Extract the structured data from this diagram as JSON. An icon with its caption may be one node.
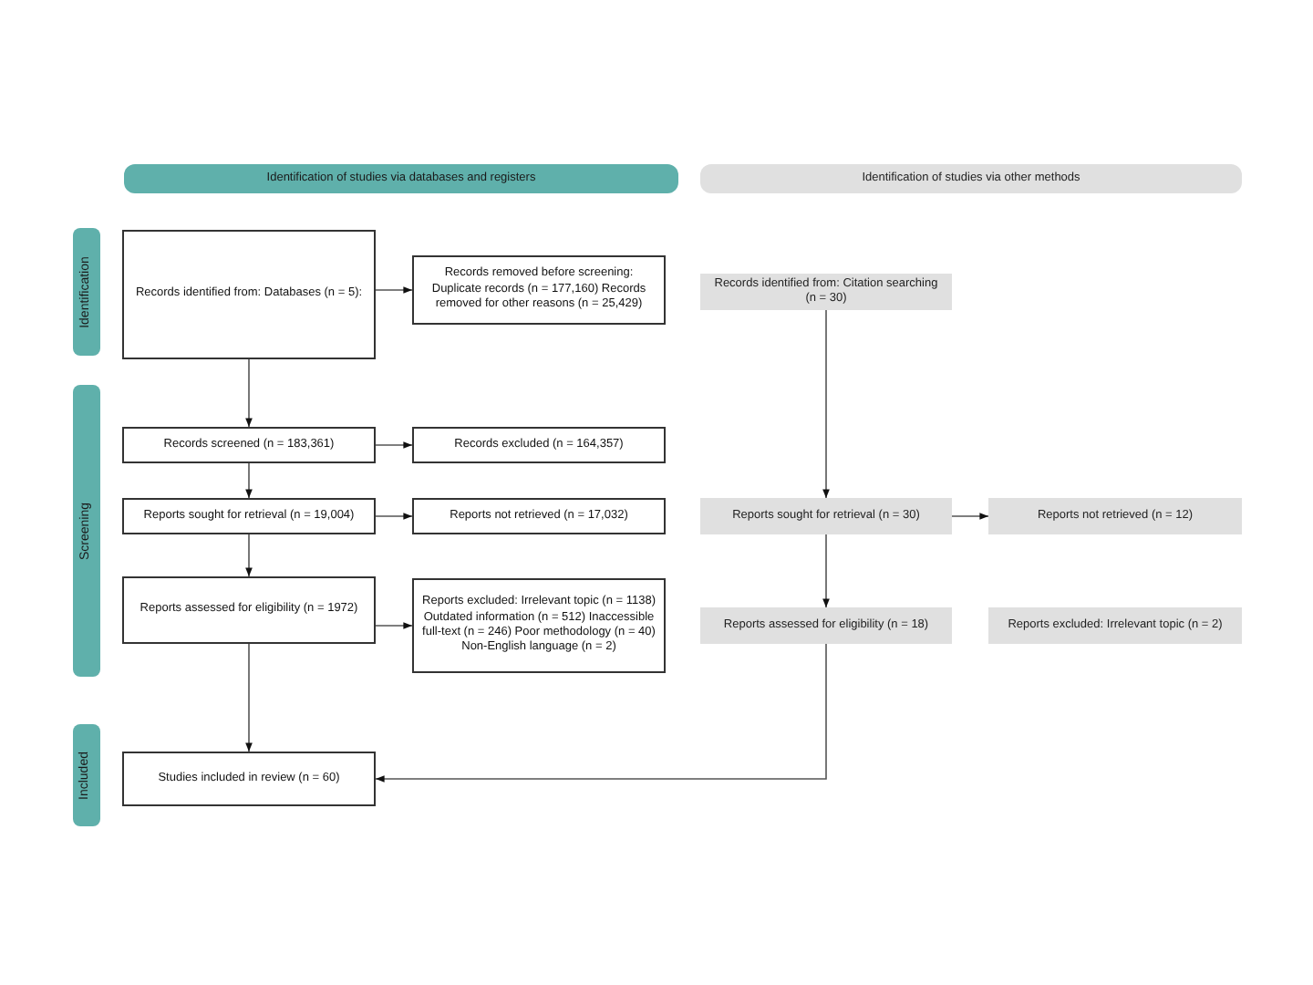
{
  "diagram": {
    "nodes": [
      {
        "text": [
          "Identification of studies via databases and registers"
        ]
      },
      {
        "text": [
          "Identification of studies via other methods"
        ]
      },
      {
        "text": [
          "Identification"
        ]
      },
      {
        "text": [
          "Screening"
        ]
      },
      {
        "text": [
          "Included"
        ]
      },
      {
        "text": [
          "Records identified from: Databases (n = 5):"
        ]
      },
      {
        "text": [
          "Records removed before screening: Duplicate records (n = 177,160) Records removed for other reasons (n = 25,429)"
        ]
      },
      {
        "text": [
          "Records screened (n = 183,361)"
        ]
      },
      {
        "text": [
          "Records excluded (n = 164,357)"
        ]
      },
      {
        "text": [
          "Reports sought for retrieval (n = 19,004)"
        ]
      },
      {
        "text": [
          "Reports not retrieved (n = 17,032)"
        ]
      },
      {
        "text": [
          "Reports assessed for eligibility (n = 1972)"
        ]
      },
      {
        "text": [
          "Reports excluded: Irrelevant topic (n = 1138) Outdated information (n = 512) Inaccessible full-text (n = 246) Poor methodology (n = 40) Non-English language (n = 2)"
        ]
      },
      {
        "text": [
          "Studies included in review (n = 60)"
        ]
      },
      {
        "text": [
          "Records identified from: Citation searching (n = 30)"
        ]
      },
      {
        "text": [
          "Reports sought for retrieval (n = 30)"
        ]
      },
      {
        "text": [
          "Reports not retrieved (n = 12)"
        ]
      },
      {
        "text": [
          "Reports assessed for eligibility (n = 18)"
        ]
      },
      {
        "text": [
          "Reports excluded: Irrelevant topic (n = 2)"
        ]
      }
    ],
    "edges": [
      {
        "from": 5,
        "to": 6,
        "arrow": "to"
      },
      {
        "from": 5,
        "to": 7,
        "arrow": "to"
      },
      {
        "from": 7,
        "to": 8,
        "arrow": "to"
      },
      {
        "from": 7,
        "to": 9,
        "arrow": "to"
      },
      {
        "from": 9,
        "to": 10,
        "arrow": "to"
      },
      {
        "from": 9,
        "to": 11,
        "arrow": "to"
      },
      {
        "from": 11,
        "to": 12,
        "arrow": "to"
      },
      {
        "from": 11,
        "to": 13,
        "arrow": "to"
      },
      {
        "from": 14,
        "to": 15,
        "arrow": "to"
      },
      {
        "from": 15,
        "to": 16,
        "arrow": "to"
      },
      {
        "from": 15,
        "to": 17,
        "arrow": "to"
      },
      {
        "from": 17,
        "to": 13,
        "arrow": "to"
      }
    ]
  }
}
